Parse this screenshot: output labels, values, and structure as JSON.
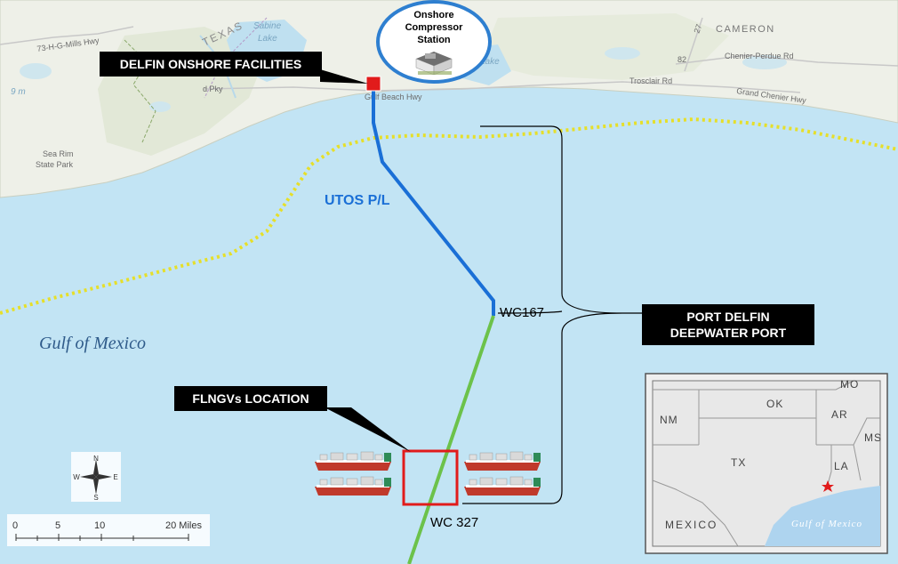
{
  "map": {
    "water_label": "Gulf of Mexico",
    "places": {
      "texas": "TEXAS",
      "sabine_1": "Sabine",
      "sabine_2": "Lake",
      "cameron": "CAMERON",
      "sea_rim_1": "Sea Rim",
      "sea_rim_2": "State Park",
      "hwy_73": "73-H-G-Mills Hwy",
      "chenier_perdue": "Chenier-Perdue Rd",
      "troscla": "Trosclair Rd",
      "grand_chenier": "Grand Chenier Hwy",
      "gulf_beach": "Gulf Beach Hwy",
      "route_82": "82",
      "route_27": "27",
      "d_pky": "d Pky",
      "9m": "9 m",
      "lake_partial": "Lake"
    },
    "onshore_station": {
      "line1": "Onshore",
      "line2": "Compressor",
      "line3": "Station"
    },
    "callouts": {
      "onshore_facilities": "DELFIN ONSHORE FACILITIES",
      "flngv_location": "FLNGVs LOCATION",
      "port_delfin_1": "PORT DELFIN",
      "port_delfin_2": "DEEPWATER PORT"
    },
    "pipeline_label": "UTOS P/L",
    "blocks": {
      "wc167": "WC167",
      "wc327": "WC 327"
    },
    "compass": {
      "n": "N",
      "s": "S",
      "e": "E",
      "w": "W"
    },
    "scale": {
      "t0": "0",
      "t5": "5",
      "t10": "10",
      "t20": "20 Miles"
    },
    "colors": {
      "water": "#bfe3f3",
      "land": "#eef0e6",
      "pipeline_blue": "#1a6fd6",
      "pipeline_green": "#6cc24a",
      "marker_red": "#e11b1b",
      "boundary_yellow": "#e3de2a"
    }
  },
  "inset": {
    "states": [
      "NM",
      "OK",
      "MO",
      "AR",
      "TX",
      "LA",
      "MS"
    ],
    "country": "MEXICO",
    "water": "Gulf of Mexico"
  }
}
